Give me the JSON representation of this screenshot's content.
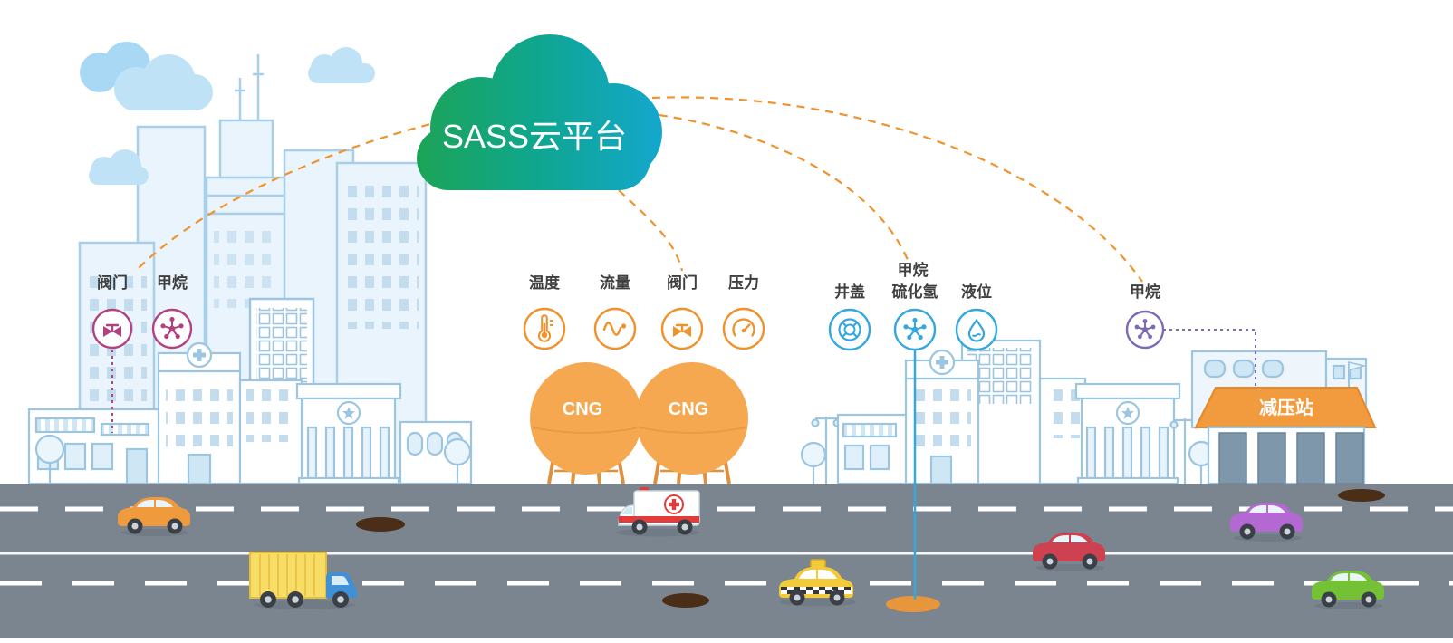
{
  "cloud": {
    "title": "SASS云平台"
  },
  "sensor_groups": {
    "city": {
      "accent": "#b34182",
      "items": [
        {
          "label": "阀门",
          "icon": "valve-icon"
        },
        {
          "label": "甲烷",
          "icon": "molecule-icon"
        }
      ]
    },
    "cng": {
      "accent": "#f0922b",
      "items": [
        {
          "label": "温度",
          "icon": "temperature-icon"
        },
        {
          "label": "流量",
          "icon": "flow-wave-icon"
        },
        {
          "label": "阀门",
          "icon": "valve-icon"
        },
        {
          "label": "压力",
          "icon": "pressure-gauge-icon"
        }
      ]
    },
    "manhole": {
      "accent": "#35a7de",
      "items": [
        {
          "label": "井盖",
          "icon": "manhole-cover-icon"
        },
        {
          "label": "甲烷",
          "label2": "硫化氢",
          "icon": "molecule-icon"
        },
        {
          "label": "液位",
          "icon": "liquid-level-icon"
        }
      ]
    },
    "pressure_station": {
      "accent": "#7e68b8",
      "items": [
        {
          "label": "甲烷",
          "icon": "molecule-icon"
        }
      ]
    }
  },
  "tanks": {
    "tank1": "CNG",
    "tank2": "CNG"
  },
  "station": {
    "label": "减压站"
  },
  "palette": {
    "arc_orange": "#f0932c",
    "magenta": "#b34182",
    "blue": "#35a7de",
    "purple": "#7e68b8",
    "cloud_green": "#1ca455",
    "cloud_teal": "#14a7cd",
    "tank_orange": "#f6a851",
    "road_gray": "#7a8590",
    "skyline_blue": "#a9cfe8"
  }
}
